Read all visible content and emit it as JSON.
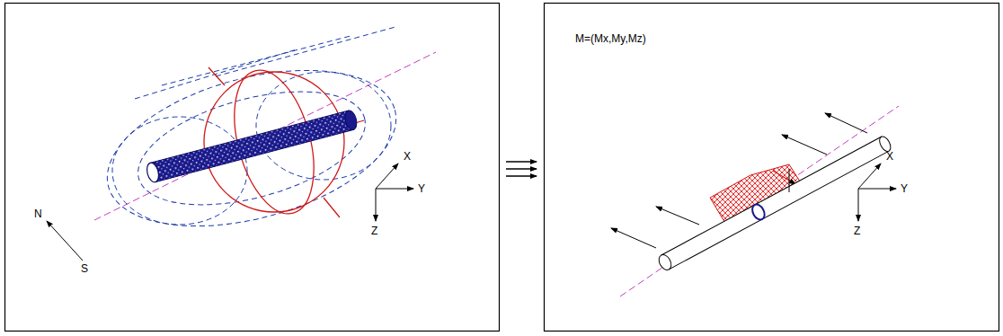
{
  "diagram": {
    "labels": [
      "X",
      "Y",
      "Z",
      "N",
      "S",
      "M=(Mx,My,Mz)",
      "X",
      "Y",
      "Z"
    ]
  }
}
